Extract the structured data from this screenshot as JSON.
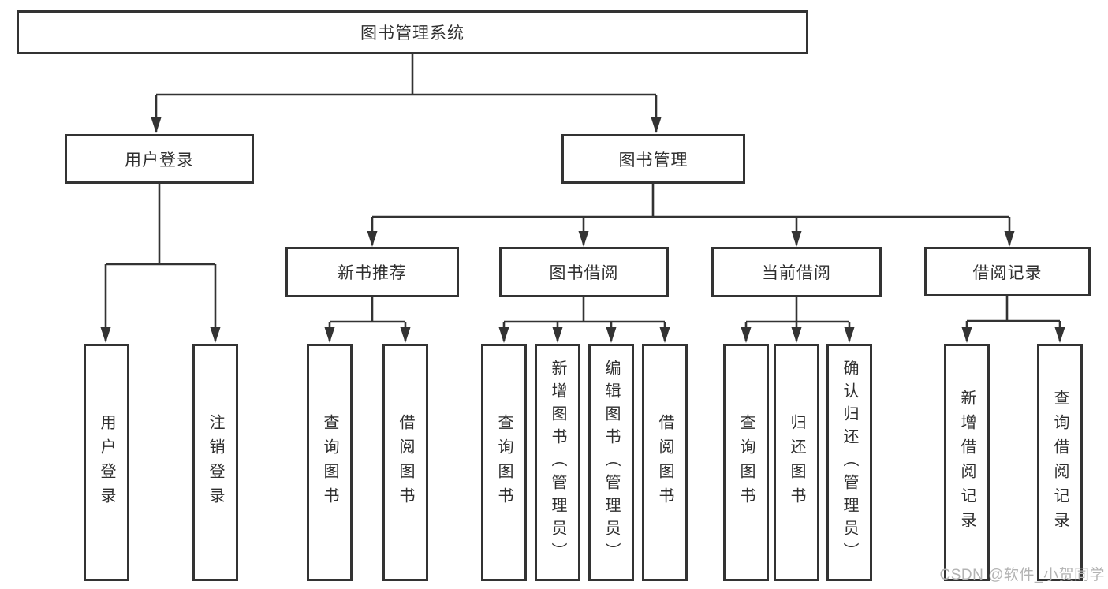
{
  "tree": {
    "label": "图书管理系统",
    "children": [
      {
        "label": "用户登录",
        "children": [
          {
            "label": "用户登录"
          },
          {
            "label": "注销登录"
          }
        ]
      },
      {
        "label": "图书管理",
        "children": [
          {
            "label": "新书推荐",
            "children": [
              {
                "label": "查询图书"
              },
              {
                "label": "借阅图书"
              }
            ]
          },
          {
            "label": "图书借阅",
            "children": [
              {
                "label": "查询图书"
              },
              {
                "label": "新增图书（管理员）"
              },
              {
                "label": "编辑图书（管理员）"
              },
              {
                "label": "借阅图书"
              }
            ]
          },
          {
            "label": "当前借阅",
            "children": [
              {
                "label": "查询图书"
              },
              {
                "label": "归还图书"
              },
              {
                "label": "确认归还（管理员）"
              }
            ]
          },
          {
            "label": "借阅记录",
            "children": [
              {
                "label": "新增借阅记录"
              },
              {
                "label": "查询借阅记录"
              }
            ]
          }
        ]
      }
    ]
  },
  "watermark": "CSDN @软件_小贺同学",
  "colors": {
    "line": "#333333",
    "box_border": "#333333",
    "text": "#2f2f2f",
    "watermark": "#b3b3b3",
    "background": "#ffffff"
  }
}
